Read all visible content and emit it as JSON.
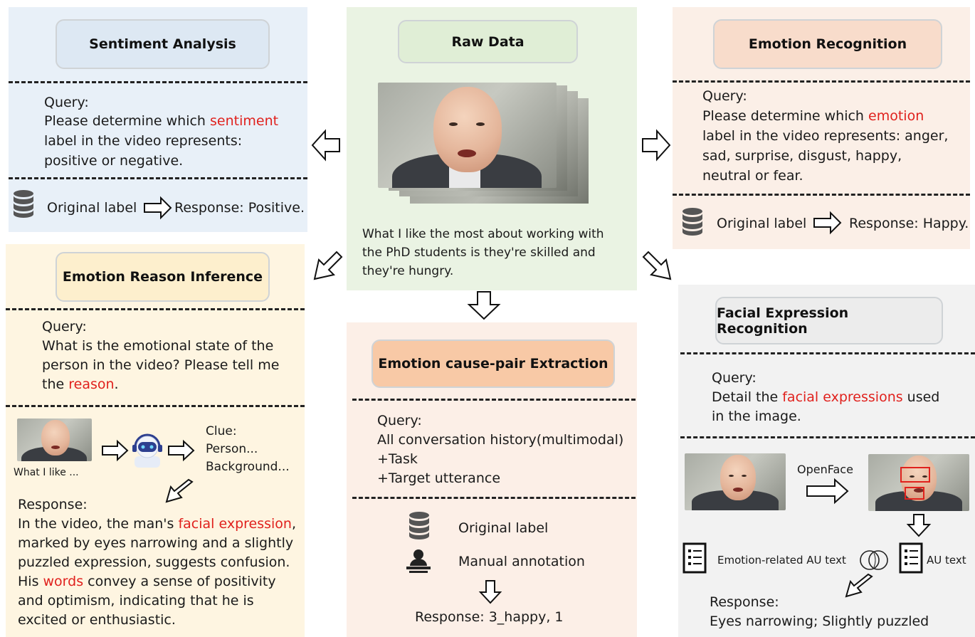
{
  "sentiment": {
    "title": "Sentiment Analysis",
    "query_label": "Query:",
    "query_line1_a": "Please determine which ",
    "query_line1_highlight": "sentiment",
    "query_line2": "label in the video represents:",
    "query_line3": "positive or negative.",
    "original_label": "Original label",
    "response": "Response: Positive."
  },
  "raw": {
    "title": "Raw Data",
    "transcript_line1": "What I like the most about working with",
    "transcript_line2": "the PhD students is they're skilled and",
    "transcript_line3": "they're hungry."
  },
  "emotion": {
    "title": "Emotion Recognition",
    "query_label": "Query:",
    "query_line1_a": "Please determine which ",
    "query_line1_highlight": "emotion",
    "query_line2": "label in the video represents: anger,",
    "query_line3": "sad, surprise, disgust, happy,",
    "query_line4": "neutral or fear.",
    "original_label": "Original label",
    "response": "Response: Happy."
  },
  "reason": {
    "title": "Emotion Reason Inference",
    "query_label": "Query:",
    "query_line1": "What is the emotional state of the",
    "query_line2": "person in the video? Please tell me",
    "query_line3_a": "the ",
    "query_line3_highlight": "reason",
    "query_line3_b": ".",
    "thumb_caption": "What I like ...",
    "clue_label": "Clue:",
    "clue_line1": "Person...",
    "clue_line2": "Background...",
    "response_label": "Response:",
    "resp_line1_a": "In the video, the man's ",
    "resp_line1_highlight": "facial expression",
    "resp_line1_b": ",",
    "resp_line2": "marked by eyes narrowing and a slightly",
    "resp_line3": "puzzled expression, suggests confusion.",
    "resp_line4_a": "His ",
    "resp_line4_highlight": "words",
    "resp_line4_b": " convey a sense of positivity",
    "resp_line5": "and optimism, indicating that he is",
    "resp_line6": "excited or enthusiastic."
  },
  "cause": {
    "title": "Emotion cause-pair Extraction",
    "query_label": "Query:",
    "query_line1": "All conversation history(multimodal)",
    "query_line2": "+Task",
    "query_line3": "+Target utterance",
    "original_label": "Original label",
    "manual_annotation": "Manual annotation",
    "response": "Response: 3_happy, 1"
  },
  "facial": {
    "title": "Facial Expression Recognition",
    "query_label": "Query:",
    "query_line1_a": "Detail the ",
    "query_line1_highlight": "facial expressions",
    "query_line1_b": " used",
    "query_line2": "in the image.",
    "openface": "OpenFace",
    "emotion_au_text": "Emotion-related AU text",
    "au_text": "AU text",
    "response_label": "Response:",
    "response": "Eyes narrowing; Slightly puzzled"
  },
  "colors": {
    "sentiment_bg": "#e8f0f8",
    "sentiment_title_bg": "#dde8f3",
    "raw_bg": "#eaf3e3",
    "raw_title_bg": "#e0eed6",
    "emotion_bg": "#fbefe7",
    "emotion_title_bg": "#f8dccb",
    "reason_bg": "#fef5e1",
    "reason_title_bg": "#fdefcd",
    "cause_bg": "#fcefe7",
    "cause_title_bg": "#f8c9a6",
    "facial_bg": "#f2f2f2",
    "facial_title_bg": "#ececec",
    "highlight": "#e0211d"
  }
}
